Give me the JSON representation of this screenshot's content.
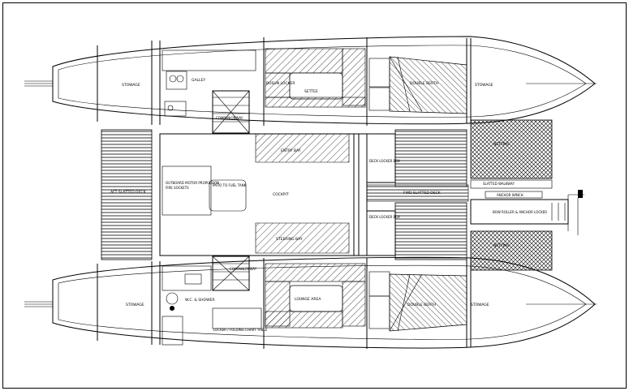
{
  "labels": {
    "stowage_fwd_port": "STOWAGE",
    "galley": "GALLEY",
    "bosun_locker": "BOSUN LOCKER",
    "settee": "SETTEE",
    "double_berth_port": "DOUBLE BERTH",
    "stowage_aft_port": "STOWAGE",
    "companionway_port": "COMPANIONWAY",
    "entry_bay": "ENTRY BAY",
    "aft_slatted_deck": "AFT SLATTED DECK",
    "cockpit": "COCKPIT",
    "helm_station": "OUTBOARD MOTOR PROPULSION",
    "helm_station_sub": "FIRE SOCKETS",
    "fuel_tank": "PATIO TO FUEL TANK",
    "deck_locker_top": "DECK LOCKER BOX",
    "fwd_slatted_deck": "FWD SLATTED DECK",
    "trampoline_top": "NETTING",
    "slatted_walkway": "SLATTED WALKWAY",
    "anchor_winch": "ANCHOR WINCH",
    "bow_roller_locker": "BOW ROLLER & ANCHOR LOCKER",
    "trampoline_bottom": "NETTING",
    "deck_locker_bottom": "DECK LOCKER BOX",
    "steering_bay": "STEERING BAY",
    "stowage_fwd_stbd": "STOWAGE",
    "wc_shower": "W.C. & SHOWER",
    "companionway_stbd": "COMPANIONWAY",
    "lounge_area": "LOUNGE AREA",
    "double_berth_stbd": "DOUBLE BERTH",
    "stowage_aft_stbd": "STOWAGE",
    "locker_chart_table": "LOCKER / FOLDING CHART TABLE"
  }
}
